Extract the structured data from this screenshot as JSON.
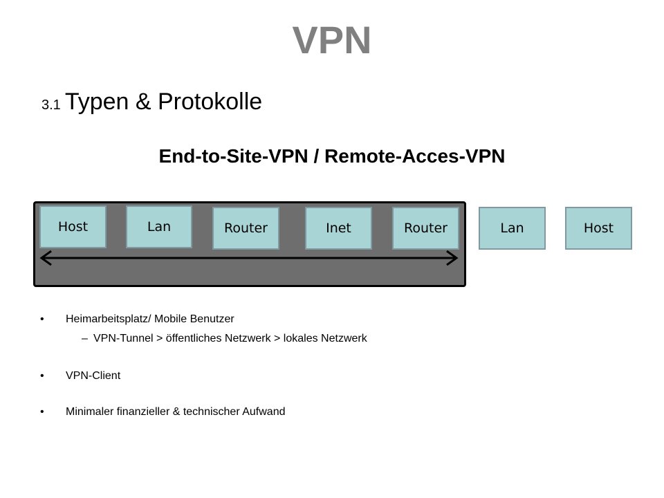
{
  "slide": {
    "title": "VPN",
    "section_number": "3.1",
    "section_title": "Typen & Protokolle",
    "subtitle": "End-to-Site-VPN / Remote-Acces-VPN"
  },
  "diagram": {
    "nodes": [
      "Host",
      "Lan",
      "Router",
      "Inet",
      "Router",
      "Lan",
      "Host"
    ],
    "colors": {
      "box_fill": "#a9d4d6",
      "box_border": "#7e9aa0",
      "panel": "#6e6e6e"
    }
  },
  "bullets": [
    {
      "text": "Heimarbeitsplatz/ Mobile Benutzer",
      "sub": "VPN-Tunnel > öffentliches Netzwerk > lokales Netzwerk"
    },
    {
      "text": "VPN-Client"
    },
    {
      "text": "Minimaler finanzieller & technischer Aufwand"
    }
  ],
  "markers": {
    "bullet": "•",
    "dash": "–"
  }
}
